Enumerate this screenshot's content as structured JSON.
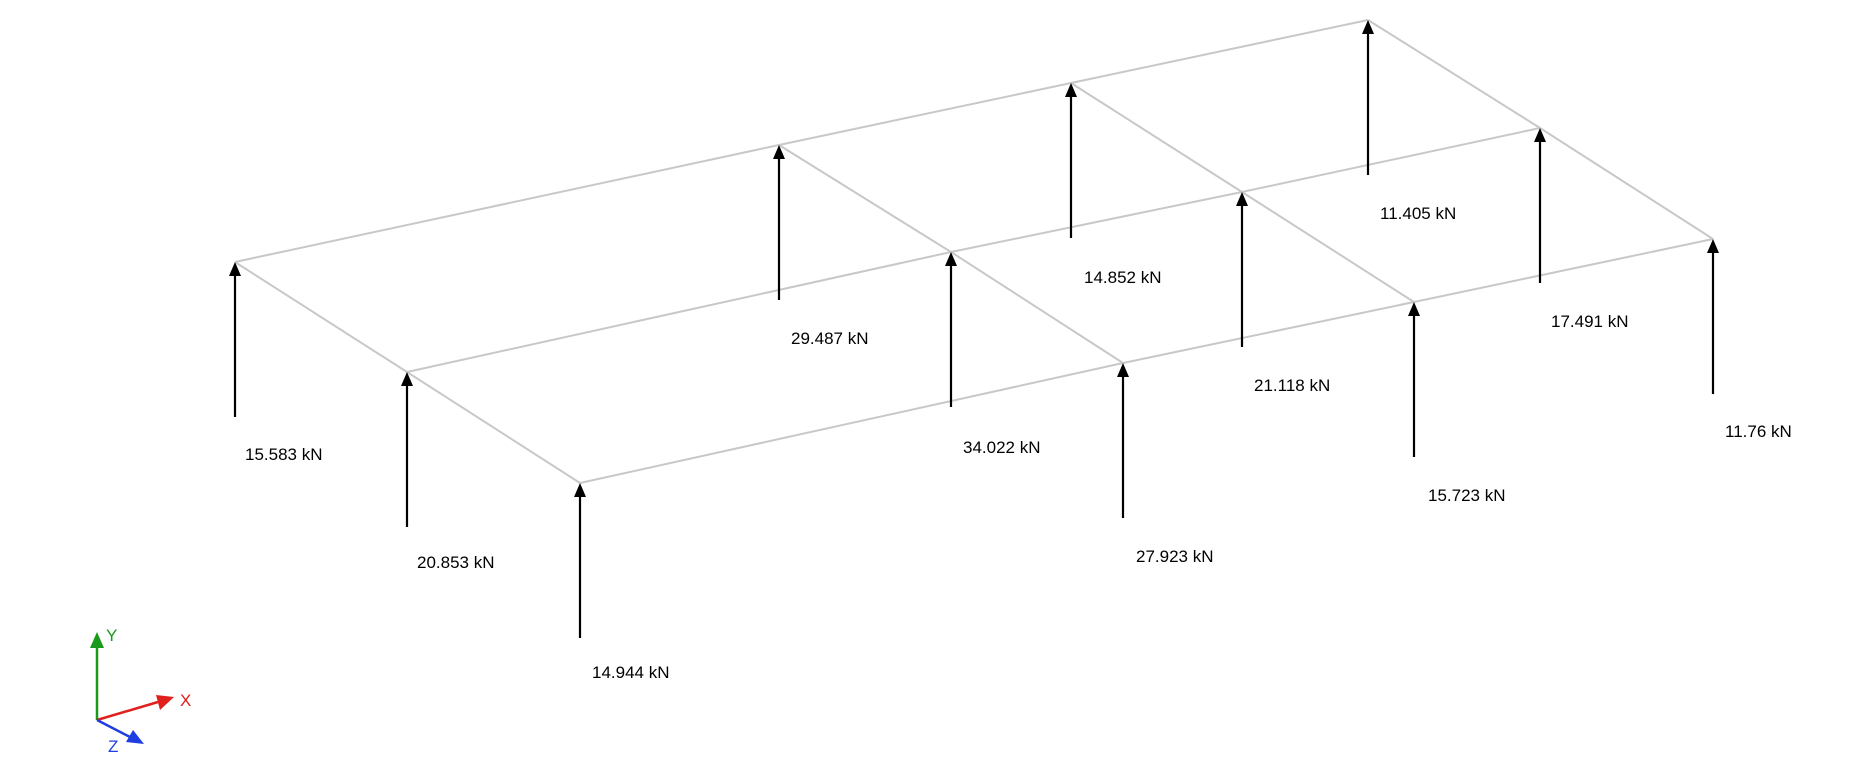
{
  "unit": "kN",
  "reactions": [
    {
      "id": "r1",
      "value": "15.583 kN"
    },
    {
      "id": "r2",
      "value": "20.853 kN"
    },
    {
      "id": "r3",
      "value": "14.944 kN"
    },
    {
      "id": "r4",
      "value": "29.487 kN"
    },
    {
      "id": "r5",
      "value": "34.022 kN"
    },
    {
      "id": "r6",
      "value": "27.923 kN"
    },
    {
      "id": "r7",
      "value": "14.852 kN"
    },
    {
      "id": "r8",
      "value": "21.118 kN"
    },
    {
      "id": "r9",
      "value": "15.723 kN"
    },
    {
      "id": "r10",
      "value": "11.405 kN"
    },
    {
      "id": "r11",
      "value": "17.491 kN"
    },
    {
      "id": "r12",
      "value": "11.76 kN"
    }
  ],
  "axes": {
    "x_label": "X",
    "y_label": "Y",
    "z_label": "Z",
    "x_color": "#e0201c",
    "y_color": "#1a9a1a",
    "z_color": "#1f3de0"
  }
}
